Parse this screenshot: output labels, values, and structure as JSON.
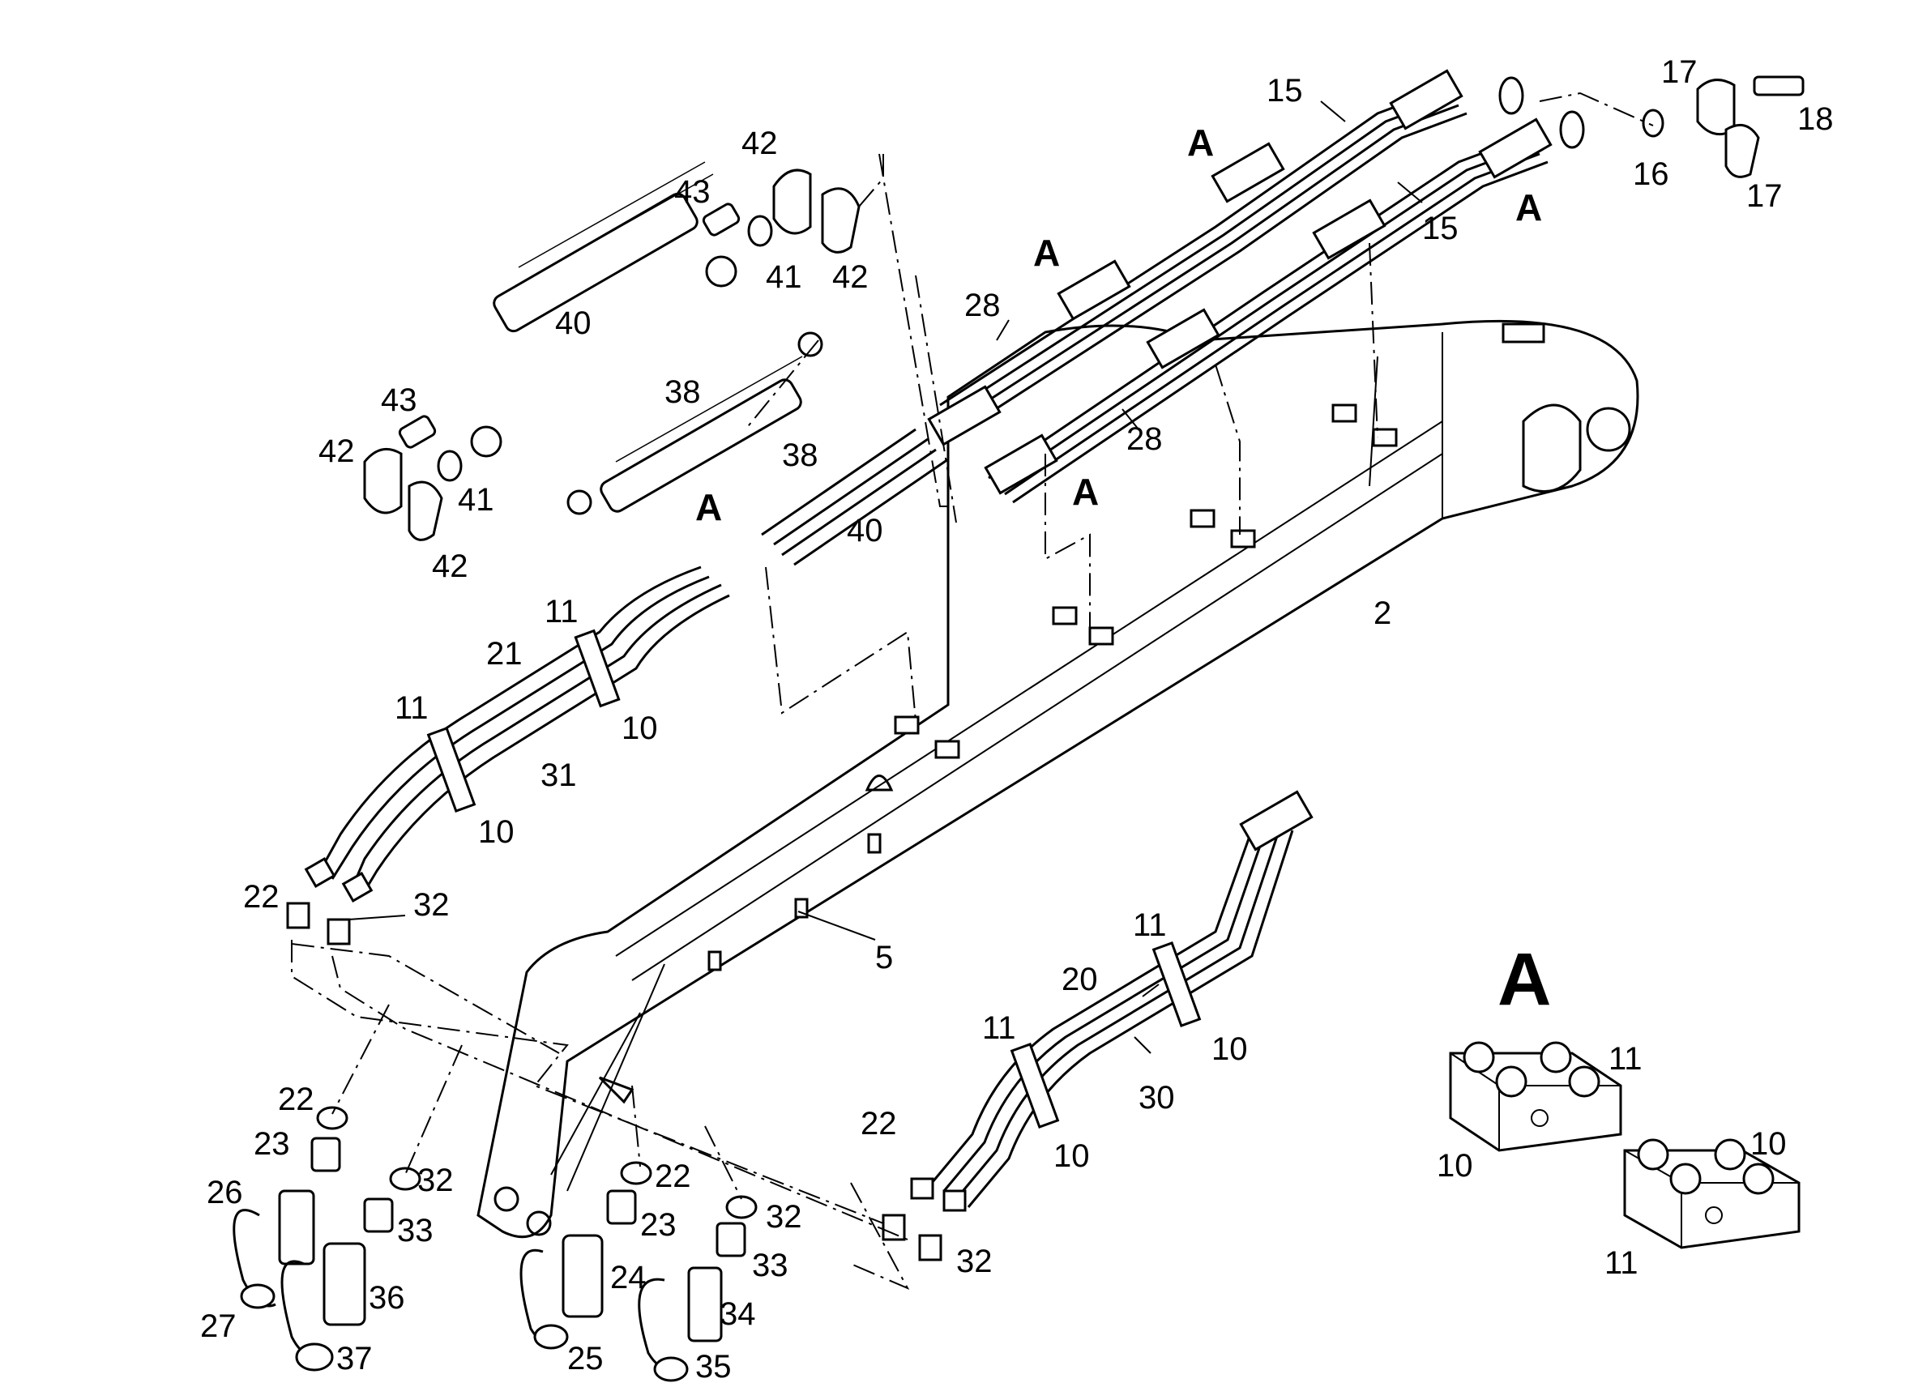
{
  "callouts": [
    {
      "text": "15"
    },
    {
      "text": "17"
    },
    {
      "text": "18"
    },
    {
      "text": "16"
    },
    {
      "text": "17"
    },
    {
      "text": "15"
    },
    {
      "text": "42"
    },
    {
      "text": "43"
    },
    {
      "text": "41"
    },
    {
      "text": "42"
    },
    {
      "text": "40"
    },
    {
      "text": "28"
    },
    {
      "text": "38"
    },
    {
      "text": "43"
    },
    {
      "text": "42"
    },
    {
      "text": "41"
    },
    {
      "text": "42"
    },
    {
      "text": "38"
    },
    {
      "text": "28"
    },
    {
      "text": "40"
    },
    {
      "text": "2"
    },
    {
      "text": "11"
    },
    {
      "text": "21"
    },
    {
      "text": "11"
    },
    {
      "text": "10"
    },
    {
      "text": "31"
    },
    {
      "text": "10"
    },
    {
      "text": "22"
    },
    {
      "text": "32"
    },
    {
      "text": "5"
    },
    {
      "text": "11"
    },
    {
      "text": "20"
    },
    {
      "text": "11"
    },
    {
      "text": "10"
    },
    {
      "text": "30"
    },
    {
      "text": "10"
    },
    {
      "text": "22"
    },
    {
      "text": "23"
    },
    {
      "text": "26"
    },
    {
      "text": "32"
    },
    {
      "text": "33"
    },
    {
      "text": "22"
    },
    {
      "text": "23"
    },
    {
      "text": "32"
    },
    {
      "text": "33"
    },
    {
      "text": "24"
    },
    {
      "text": "36"
    },
    {
      "text": "34"
    },
    {
      "text": "27"
    },
    {
      "text": "37"
    },
    {
      "text": "25"
    },
    {
      "text": "35"
    },
    {
      "text": "22"
    },
    {
      "text": "32"
    },
    {
      "text": "11"
    },
    {
      "text": "10"
    },
    {
      "text": "10"
    },
    {
      "text": "11"
    }
  ],
  "view_markers": [
    {
      "text": "A"
    },
    {
      "text": "A"
    },
    {
      "text": "A"
    },
    {
      "text": "A"
    },
    {
      "text": "A"
    }
  ],
  "detail": {
    "title": "A"
  }
}
